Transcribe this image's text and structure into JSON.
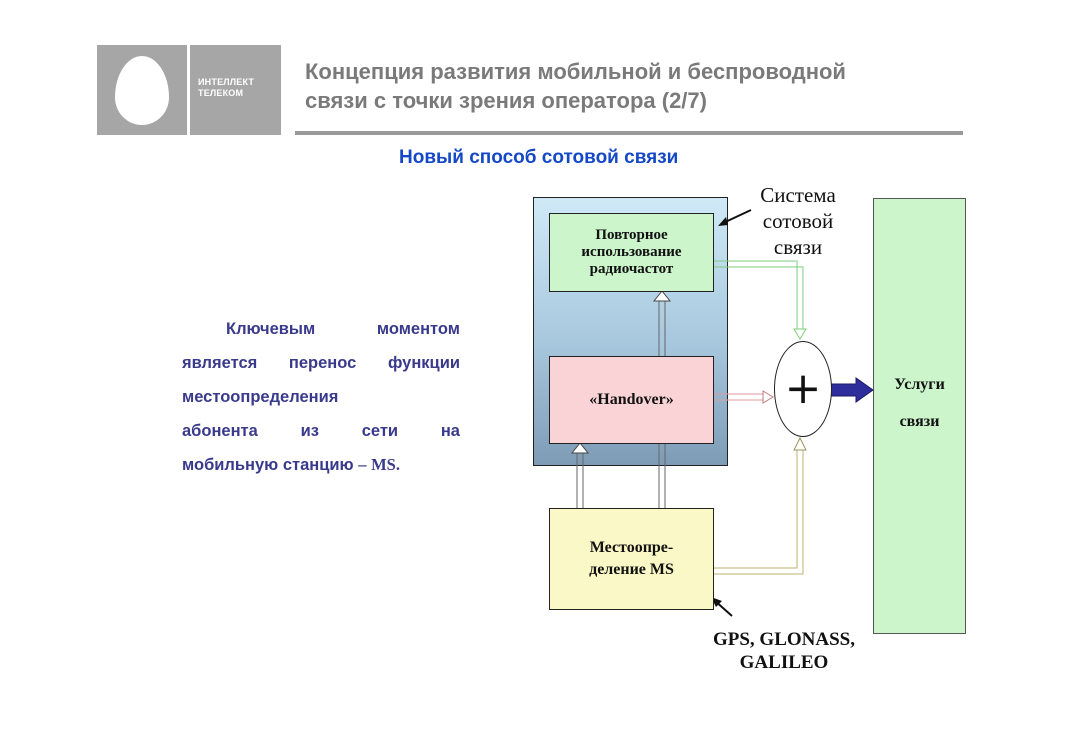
{
  "logo": {
    "line1": "ИНТЕЛЛЕКТ",
    "line2": "ТЕЛЕКОМ",
    "color": "#a6a6a6"
  },
  "header": {
    "title_line1": "Концепция развития мобильной и беспроводной",
    "title_line2": "связи с точки зрения оператора (2/7)"
  },
  "slide": {
    "subtitle": "Новый способ сотовой связи",
    "body": {
      "line1": "Ключевым моментом",
      "line2": "является перенос функции",
      "line3": "местоопределения",
      "line4_w1": "абонента",
      "line4_w2": "из",
      "line4_w3": "сети",
      "line4_w4": "на",
      "line5_text": "мобильную станцию",
      "line5_dash": "–",
      "line5_ms": "MS."
    }
  },
  "diagram": {
    "system_label": [
      "Система",
      "сотовой",
      "связи"
    ],
    "reuse_box": [
      "Повторное",
      "использование",
      "радиочастот"
    ],
    "handover_box": "«Handover»",
    "location_box": [
      "Местоопре-",
      "деление MS"
    ],
    "sum_symbol": "+",
    "services_box": [
      "Услуги",
      "связи"
    ],
    "gps_label": [
      "GPS, GLONASS,",
      "GALILEO"
    ]
  },
  "colors": {
    "title": "#7a7a7a",
    "subtitle": "#1448c6",
    "body_text": "#3a3a8c",
    "reuse_fill": "#ccf5cc",
    "handover_fill": "#f9d3d5",
    "location_fill": "#fbf8c8",
    "services_fill": "#ccf5cc",
    "output_arrow": "#2d2d9c"
  }
}
